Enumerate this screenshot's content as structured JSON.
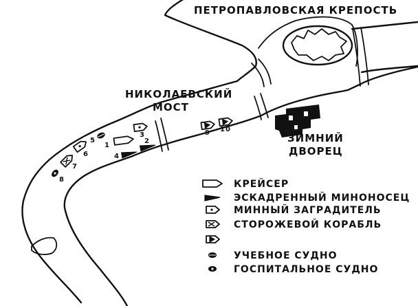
{
  "labels": {
    "fortress": "ПЕТРОПАВЛОВСКАЯ КРЕПОСТЬ",
    "bridge_line1": "НИКОЛАЕВСКИЙ",
    "bridge_line2": "МОСТ",
    "palace_line1": "ЗИМНИЙ",
    "palace_line2": "ДВОРЕЦ"
  },
  "ships": [
    {
      "number": "1",
      "type": "cruiser"
    },
    {
      "number": "2",
      "type": "destroyer"
    },
    {
      "number": "3",
      "type": "minelayer"
    },
    {
      "number": "4",
      "type": "destroyer"
    },
    {
      "number": "5",
      "type": "training-ship"
    },
    {
      "number": "6",
      "type": "minelayer"
    },
    {
      "number": "7",
      "type": "patrol-ship"
    },
    {
      "number": "8",
      "type": "hospital-ship"
    },
    {
      "number": "9",
      "type": "patrol-ship-variant"
    },
    {
      "number": "10",
      "type": "patrol-ship-variant"
    }
  ],
  "legend": [
    {
      "key": "cruiser",
      "icon": "cruiser-icon",
      "label": "КРЕЙСЕР"
    },
    {
      "key": "destroyer",
      "icon": "destroyer-icon",
      "label": "ЭСКАДРЕННЫЙ МИНОНОСЕЦ"
    },
    {
      "key": "minelayer",
      "icon": "minelayer-icon",
      "label": "МИННЫЙ ЗАГРАДИТЕЛЬ"
    },
    {
      "key": "patrol-ship",
      "icon": "patrol-ship-icon",
      "label": "СТОРОЖЕВОЙ КОРАБЛЬ"
    },
    {
      "key": "patrol-ship-variant",
      "icon": "patrol-ship-variant-icon",
      "label": ""
    },
    {
      "key": "training-ship",
      "icon": "training-ship-icon",
      "label": "УЧЕБНОЕ СУДНО"
    },
    {
      "key": "hospital-ship",
      "icon": "hospital-ship-icon",
      "label": "ГОСПИТАЛЬНОЕ СУДНО"
    }
  ],
  "colors": {
    "ink": "#111111",
    "paper": "#ffffff"
  }
}
